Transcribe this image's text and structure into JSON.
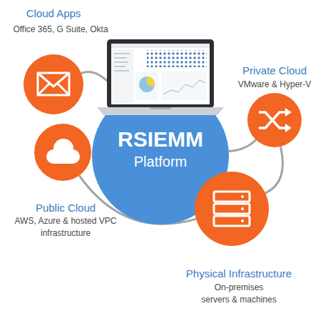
{
  "diagram": {
    "nodes": [
      {
        "text": [
          "Cloud Apps",
          "Office 365, G Suite, Okta"
        ]
      },
      {
        "text": [
          "Private Cloud",
          "VMware & Hyper-V"
        ]
      },
      {
        "text": [
          "RSIEMM",
          "Platform"
        ]
      },
      {
        "text": [
          "Public Cloud",
          "AWS, Azure & hosted VPC infrastructure"
        ]
      },
      {
        "text": [
          "Physical Infrastructure",
          "On-premises servers & machines"
        ]
      }
    ],
    "edges": [
      {
        "from": 0,
        "to": 2,
        "arrow": "none"
      },
      {
        "from": 1,
        "to": 2,
        "arrow": "none"
      },
      {
        "from": 3,
        "to": 4,
        "arrow": "none"
      },
      {
        "from": 4,
        "to": 1,
        "arrow": "none"
      }
    ]
  }
}
